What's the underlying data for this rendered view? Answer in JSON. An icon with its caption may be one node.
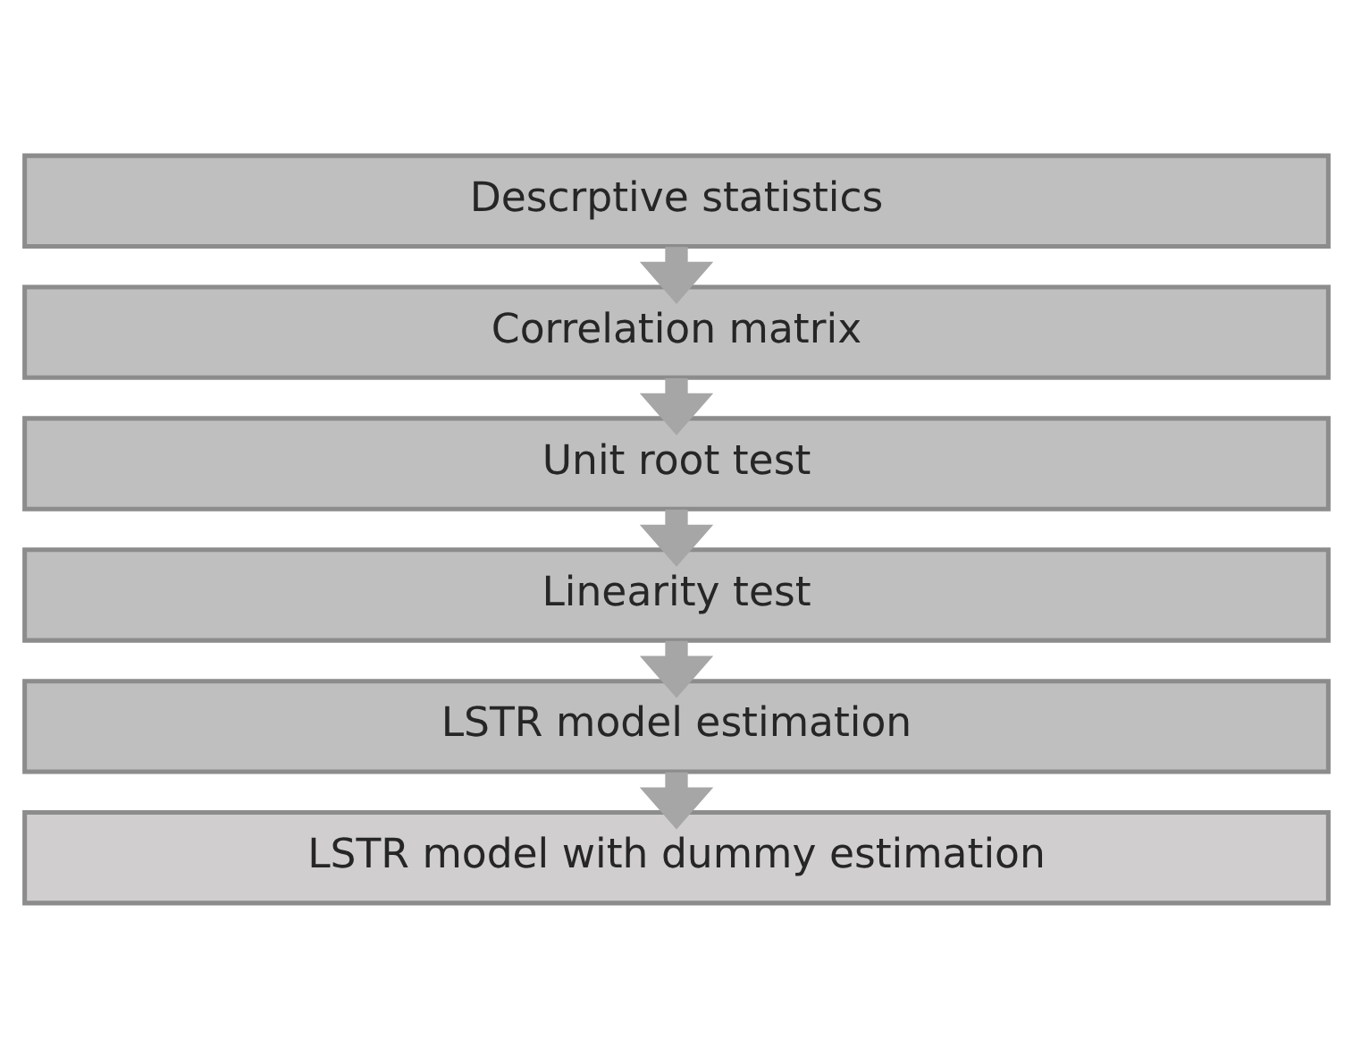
{
  "diagram": {
    "nodes": [
      {
        "text": [
          "Descrptive statistics"
        ]
      },
      {
        "text": [
          "Correlation matrix"
        ]
      },
      {
        "text": [
          "Unit root test"
        ]
      },
      {
        "text": [
          "Linearity test"
        ]
      },
      {
        "text": [
          "LSTR model estimation"
        ]
      },
      {
        "text": [
          "LSTR model with dummy estimation"
        ]
      }
    ],
    "edges": [
      {
        "from": 0,
        "to": 1,
        "arrow": "to"
      },
      {
        "from": 1,
        "to": 2,
        "arrow": "to"
      },
      {
        "from": 2,
        "to": 3,
        "arrow": "to"
      },
      {
        "from": 3,
        "to": 4,
        "arrow": "to"
      },
      {
        "from": 4,
        "to": 5,
        "arrow": "to"
      }
    ]
  }
}
